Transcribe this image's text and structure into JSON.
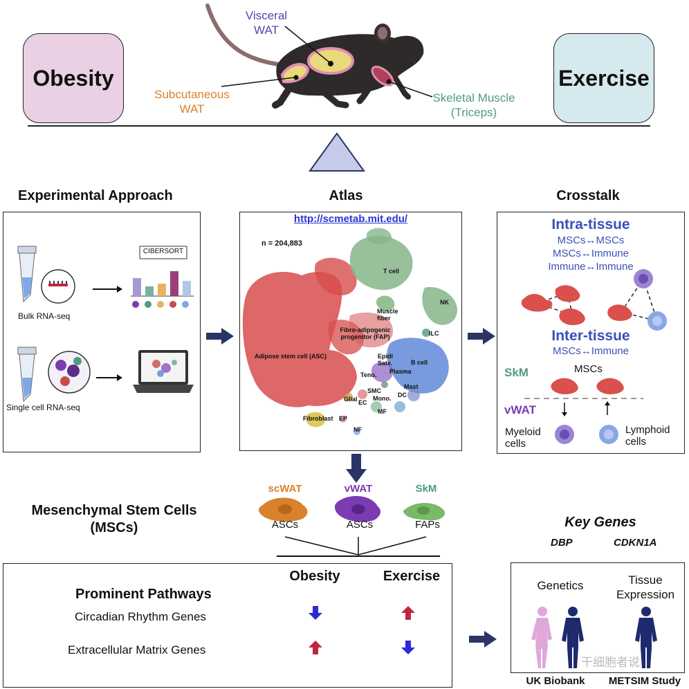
{
  "top": {
    "obesity": "Obesity",
    "exercise": "Exercise",
    "visceral_l1": "Visceral",
    "visceral_l2": "WAT",
    "subcut_l1": "Subcutaneous",
    "subcut_l2": "WAT",
    "skm_l1": "Skeletal Muscle",
    "skm_l2": "(Triceps)"
  },
  "approach": {
    "title": "Experimental Approach",
    "cibersort": "CIBERSORT",
    "bulk": "Bulk RNA-seq",
    "single": "Single cell RNA-seq"
  },
  "atlas": {
    "title": "Atlas",
    "url": "http://scmetab.mit.edu/",
    "n": "n = 204,883",
    "clusters": {
      "tcell": "T cell",
      "nk": "NK",
      "muscle1": "Muscle",
      "muscle2": "fiber",
      "fap1": "Fibro-adipogenic",
      "fap2": "progenitor (FAP)",
      "ilc": "ILC",
      "asc": "Adipose stem cell (ASC)",
      "epidi1": "Epidi",
      "epidi2": "Sate.",
      "bcell": "B cell",
      "plasma": "Plasma",
      "teno": "Teno.",
      "mast": "Mast",
      "smc": "SMC",
      "mono": "Mono.",
      "dc": "DC",
      "glial": "Glial",
      "ec": "EC",
      "mf": "MF",
      "fibroblast": "Fibroblast",
      "ep": "EP",
      "nf": "NF"
    }
  },
  "crosstalk": {
    "title": "Crosstalk",
    "intra": "Intra-tissue",
    "intra_l1": "MSCs↔MSCs",
    "intra_l2": "MSCs↔Immune",
    "intra_l3": "Immune↔Immune",
    "inter": "Inter-tissue",
    "inter_l1": "MSCs↔Immune",
    "skm": "SkM",
    "mscs": "MSCs",
    "vwat": "vWAT",
    "myeloid_l1": "Myeloid",
    "myeloid_l2": "cells",
    "lymphoid_l1": "Lymphoid",
    "lymphoid_l2": "cells"
  },
  "msc": {
    "title_l1": "Mesenchymal Stem Cells",
    "title_l2": "(MSCs)",
    "c1_tissue": "scWAT",
    "c1_cell": "ASCs",
    "c2_tissue": "vWAT",
    "c2_cell": "ASCs",
    "c3_tissue": "SkM",
    "c3_cell": "FAPs"
  },
  "pathways": {
    "col_obesity": "Obesity",
    "col_exercise": "Exercise",
    "title": "Prominent Pathways",
    "row1": "Circadian Rhythm Genes",
    "row2": "Extracellular Matrix Genes"
  },
  "keygenes": {
    "title": "Key Genes",
    "gene1": "DBP",
    "gene2": "CDKN1A",
    "genetics": "Genetics",
    "tissue_l1": "Tissue",
    "tissue_l2": "Expression",
    "ukb": "UK Biobank",
    "metsim": "METSIM Study",
    "watermark": "干细胞者说"
  },
  "colors": {
    "navy": "#2a3566",
    "intra_blue": "#3b4fb8",
    "skm_green": "#4f9b7d",
    "vwat_purple": "#7a3cb0",
    "scwat_orange": "#d9822b",
    "asc_red": "#c94a4a",
    "up_red": "#c0263a",
    "down_blue": "#2b2bd6"
  }
}
